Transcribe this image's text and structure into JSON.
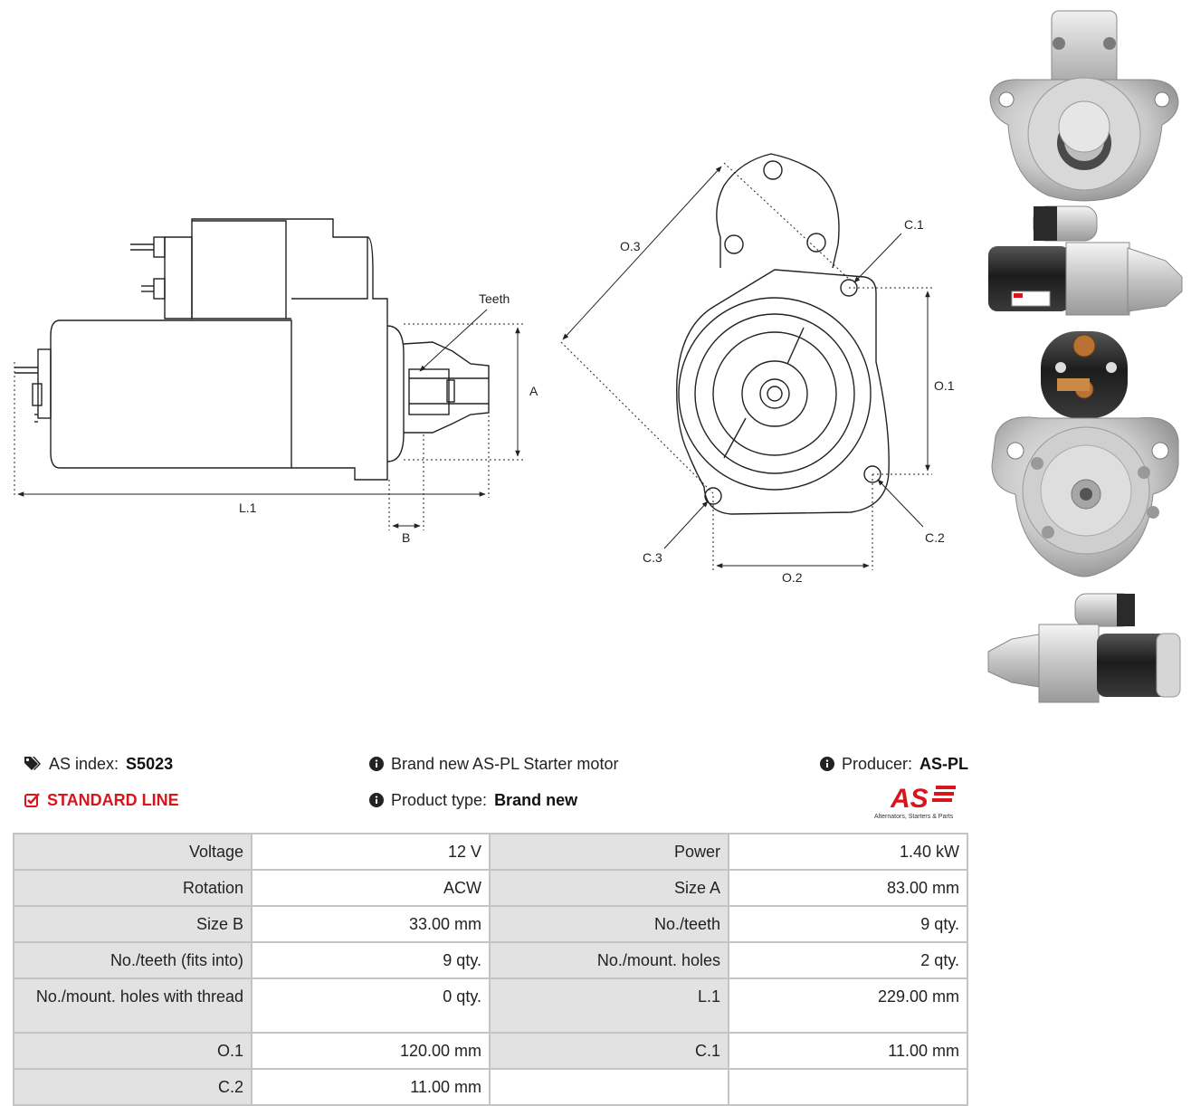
{
  "drawing_labels": {
    "teeth": "Teeth",
    "a": "A",
    "b": "B",
    "l1": "L.1",
    "o1": "O.1",
    "o2": "O.2",
    "o3": "O.3",
    "c1": "C.1",
    "c2": "C.2",
    "c3": "C.3"
  },
  "info": {
    "index_label": "AS index:",
    "index_value": "S5023",
    "line": "STANDARD LINE",
    "description": "Brand new AS-PL Starter motor",
    "type_label": "Product type:",
    "type_value": "Brand new",
    "producer_label": "Producer:",
    "producer_value": "AS-PL"
  },
  "logo": {
    "mark": "AS",
    "tagline": "Alternators, Starters & Parts"
  },
  "specs": [
    [
      "Voltage",
      "12 V",
      "Power",
      "1.40 kW"
    ],
    [
      "Rotation",
      "ACW",
      "Size A",
      "83.00 mm"
    ],
    [
      "Size B",
      "33.00 mm",
      "No./teeth",
      "9 qty."
    ],
    [
      "No./teeth (fits into)",
      "9 qty.",
      "No./mount. holes",
      "2 qty."
    ],
    [
      "No./mount. holes with thread",
      "0 qty.",
      "L.1",
      "229.00 mm"
    ],
    [
      "O.1",
      "120.00 mm",
      "C.1",
      "11.00 mm"
    ],
    [
      "C.2",
      "11.00 mm",
      "",
      ""
    ]
  ],
  "colors": {
    "accent_red": "#d9141b",
    "header_cell": "#e2e2e2",
    "border": "#c4c4c4"
  },
  "icons": [
    "tags-icon",
    "check-square-icon",
    "info-circle-icon",
    "as-pl-logo"
  ]
}
